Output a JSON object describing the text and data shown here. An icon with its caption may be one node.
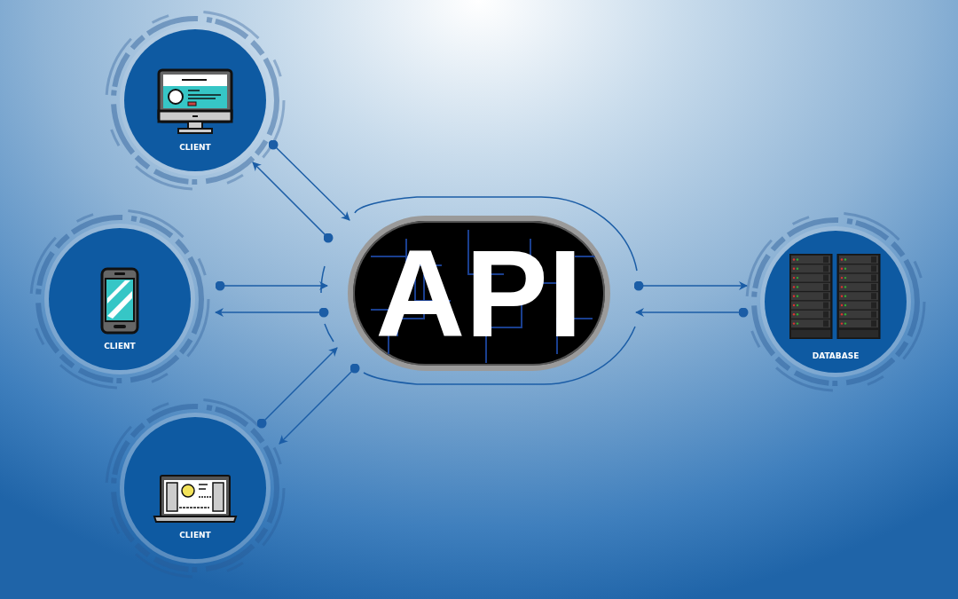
{
  "diagram": {
    "nodes": [
      {
        "text": [
          "CLIENT"
        ]
      },
      {
        "text": [
          "CLIENT"
        ]
      },
      {
        "text": [
          "CLIENT"
        ]
      },
      {
        "text": [
          "API"
        ]
      },
      {
        "text": [
          "DATABASE"
        ]
      }
    ],
    "edges": [
      {
        "from": 0,
        "to": 3,
        "arrow": "to"
      },
      {
        "from": 3,
        "to": 0,
        "arrow": "to"
      },
      {
        "from": 1,
        "to": 3,
        "arrow": "to"
      },
      {
        "from": 3,
        "to": 1,
        "arrow": "to"
      },
      {
        "from": 2,
        "to": 3,
        "arrow": "to"
      },
      {
        "from": 3,
        "to": 2,
        "arrow": "to"
      },
      {
        "from": 3,
        "to": 4,
        "arrow": "to"
      },
      {
        "from": 4,
        "to": 3,
        "arrow": "to"
      }
    ]
  }
}
